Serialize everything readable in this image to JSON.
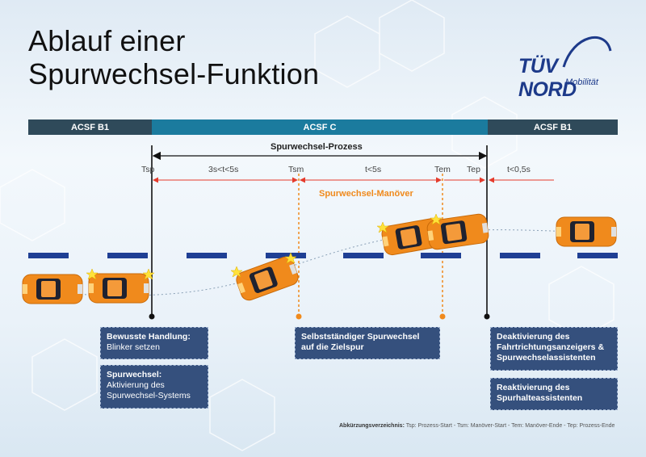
{
  "title": "Ablauf einer\nSpurwechsel-Funktion",
  "logo": {
    "name": "TÜV NORD",
    "sub": "Mobilität",
    "color": "#1d3a8a"
  },
  "phases": [
    {
      "label": "ACSF B1",
      "color": "#2f4a5a"
    },
    {
      "label": "ACSF C",
      "color": "#1b7b9e"
    },
    {
      "label": "ACSF B1",
      "color": "#2f4a5a"
    }
  ],
  "process_label": "Spurwechsel-Prozess",
  "maneuver_label": "Spurwechsel-Manöver",
  "timeline": {
    "tsp": "Tsp",
    "tsm": "Tsm",
    "tem": "Tem",
    "tep": "Tep",
    "interval_1": "3s<t<5s",
    "interval_2": "t<5s",
    "interval_3": "t<0,5s"
  },
  "boxes": {
    "b1_title": "Bewusste Handlung:",
    "b1_text": "Blinker setzen",
    "b2_title": "Spurwechsel:",
    "b2_text": "Aktivierung des Spurwechsel-Systems",
    "b3_title": "Selbstständiger Spurwechsel auf die Zielspur",
    "b4_title": "Deaktivierung des Fahrtrichtungsanzeigers & Spurwechselassistenten",
    "b5_title": "Reaktivierung des Spurhalteassistenten"
  },
  "footer": {
    "label": "Abkürzungsverzeichnis:",
    "text": "Tsp: Prozess-Start - Tsm: Manöver-Start - Tem: Manöver-Ende - Tep: Prozess-Ende"
  },
  "colors": {
    "accent_red": "#e53b2c",
    "orange": "#f08a1c",
    "lane": "#1f3f94",
    "box": "#35507d"
  }
}
